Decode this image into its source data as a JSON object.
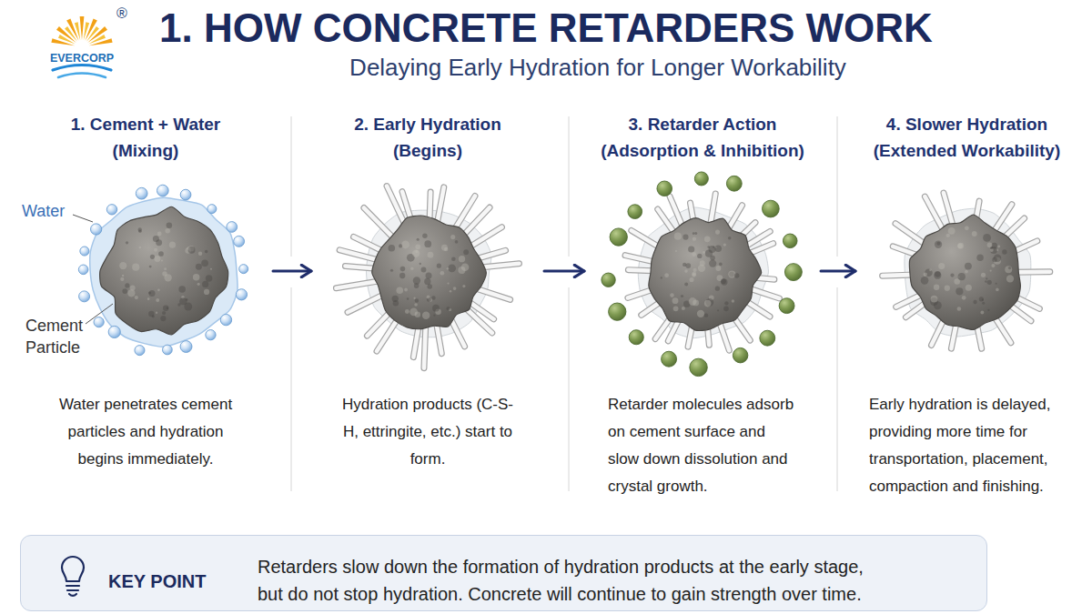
{
  "diagram": {
    "title": "1. HOW CONCRETE RETARDERS WORK",
    "nodes": [
      {
        "text": [
          "1. Cement + Water (Mixing)",
          "Water penetrates cement particles and hydration begins immediately."
        ]
      },
      {
        "text": [
          "2. Early Hydration (Begins)",
          "Hydration products (C-S-H, ettringite, etc.) start to form."
        ]
      },
      {
        "text": [
          "3. Retarder Action (Adsorption & Inhibition)",
          "Retarder molecules adsorb on cement surface and slow down dissolution and crystal growth."
        ]
      },
      {
        "text": [
          "4. Slower Hydration (Extended Workability)",
          "Early hydration is delayed, providing more time for transportation, placement, compaction and finishing."
        ]
      },
      {
        "text": [
          "KEY POINT",
          "Retarders slow down the formation of hydration products at the early stage, but do not stop hydration. Concrete will continue to gain strength over time."
        ]
      }
    ],
    "edges": [
      {
        "from": 0,
        "to": 1,
        "arrow": "to"
      },
      {
        "from": 1,
        "to": 2,
        "arrow": "to"
      },
      {
        "from": 2,
        "to": 3,
        "arrow": "to"
      }
    ],
    "labels": [
      "EVERCORP",
      "®",
      "Delaying Early Hydration for Longer Workability",
      "Water",
      "Cement Particle"
    ]
  }
}
